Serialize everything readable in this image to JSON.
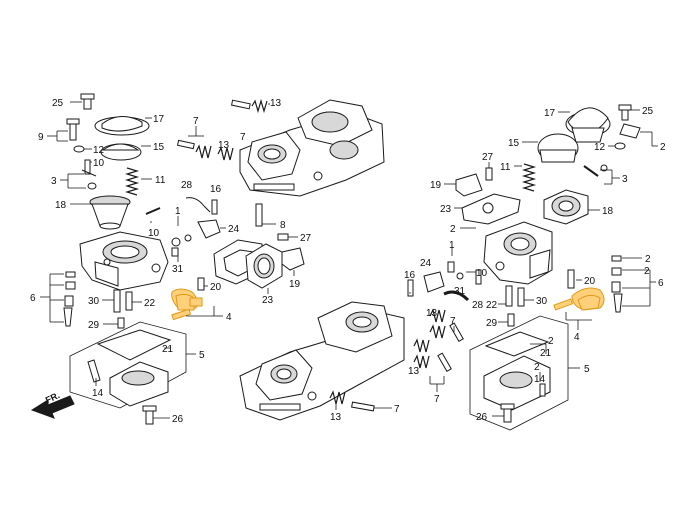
{
  "colors": {
    "line": "#1a1a1a",
    "highlight": "#ffd079",
    "highlight_stroke": "#e09a1a",
    "background": "#ffffff"
  },
  "direction_label": "FR.",
  "callouts": [
    {
      "id": "l25",
      "text": "25"
    },
    {
      "id": "l17",
      "text": "17"
    },
    {
      "id": "l9",
      "text": "9"
    },
    {
      "id": "l12",
      "text": "12"
    },
    {
      "id": "l15",
      "text": "15"
    },
    {
      "id": "l10a",
      "text": "10"
    },
    {
      "id": "l3",
      "text": "3"
    },
    {
      "id": "l11",
      "text": "11"
    },
    {
      "id": "l18",
      "text": "18"
    },
    {
      "id": "l7a",
      "text": "7"
    },
    {
      "id": "l13a",
      "text": "13"
    },
    {
      "id": "l7b",
      "text": "7"
    },
    {
      "id": "l13b",
      "text": "13"
    },
    {
      "id": "l28",
      "text": "28"
    },
    {
      "id": "l16",
      "text": "16"
    },
    {
      "id": "l1",
      "text": "1"
    },
    {
      "id": "l24",
      "text": "24"
    },
    {
      "id": "l10b",
      "text": "10"
    },
    {
      "id": "l31",
      "text": "31"
    },
    {
      "id": "l8",
      "text": "8"
    },
    {
      "id": "l27",
      "text": "27"
    },
    {
      "id": "l19",
      "text": "19"
    },
    {
      "id": "l23",
      "text": "23"
    },
    {
      "id": "l6",
      "text": "6"
    },
    {
      "id": "l20",
      "text": "20"
    },
    {
      "id": "l30",
      "text": "30"
    },
    {
      "id": "l22",
      "text": "22"
    },
    {
      "id": "l4",
      "text": "4"
    },
    {
      "id": "l29",
      "text": "29"
    },
    {
      "id": "l21",
      "text": "21"
    },
    {
      "id": "l5",
      "text": "5"
    },
    {
      "id": "l14",
      "text": "14"
    },
    {
      "id": "l26",
      "text": "26"
    },
    {
      "id": "l13c",
      "text": "13"
    },
    {
      "id": "l7c",
      "text": "7"
    },
    {
      "id": "r17",
      "text": "17"
    },
    {
      "id": "r25",
      "text": "25"
    },
    {
      "id": "r15",
      "text": "15"
    },
    {
      "id": "r12",
      "text": "12"
    },
    {
      "id": "r2a",
      "text": "2"
    },
    {
      "id": "r27",
      "text": "27"
    },
    {
      "id": "r11",
      "text": "11"
    },
    {
      "id": "r3",
      "text": "3"
    },
    {
      "id": "r19",
      "text": "19"
    },
    {
      "id": "r23",
      "text": "23"
    },
    {
      "id": "r18",
      "text": "18"
    },
    {
      "id": "r2b",
      "text": "2"
    },
    {
      "id": "r1",
      "text": "1"
    },
    {
      "id": "r16",
      "text": "16"
    },
    {
      "id": "r24",
      "text": "24"
    },
    {
      "id": "r10",
      "text": "10"
    },
    {
      "id": "r31",
      "text": "31"
    },
    {
      "id": "r2c",
      "text": "2"
    },
    {
      "id": "r2d",
      "text": "2"
    },
    {
      "id": "r6",
      "text": "6"
    },
    {
      "id": "r20",
      "text": "20"
    },
    {
      "id": "r28",
      "text": "28"
    },
    {
      "id": "r22",
      "text": "22"
    },
    {
      "id": "r30",
      "text": "30"
    },
    {
      "id": "r29",
      "text": "29"
    },
    {
      "id": "r4",
      "text": "4"
    },
    {
      "id": "r13a",
      "text": "13"
    },
    {
      "id": "r7a",
      "text": "7"
    },
    {
      "id": "r2e",
      "text": "2"
    },
    {
      "id": "r21",
      "text": "21"
    },
    {
      "id": "r13b",
      "text": "13"
    },
    {
      "id": "r5",
      "text": "5"
    },
    {
      "id": "r2f",
      "text": "2"
    },
    {
      "id": "r14",
      "text": "14"
    },
    {
      "id": "r7b",
      "text": "7"
    },
    {
      "id": "r26",
      "text": "26"
    }
  ]
}
